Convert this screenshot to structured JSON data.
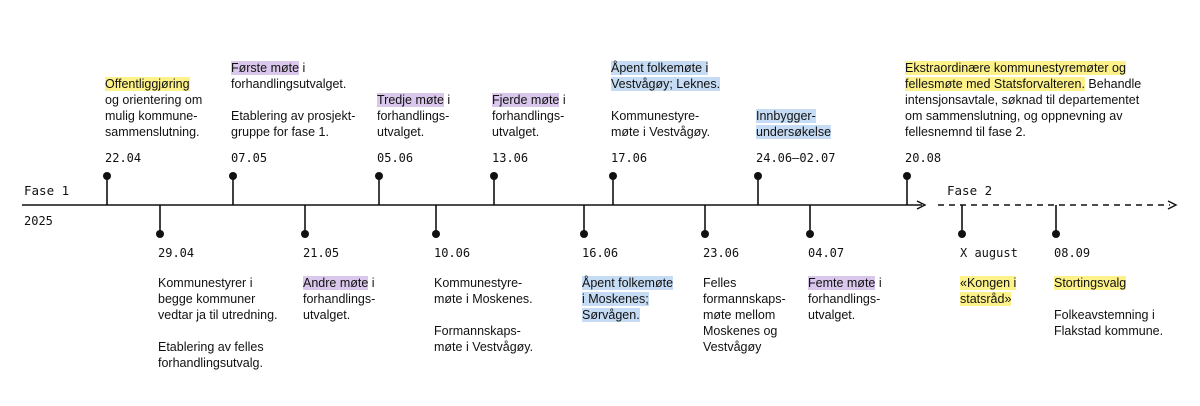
{
  "phase1_label": "Fase 1",
  "phase2_label": "Fase 2",
  "year_label": "2025",
  "colors": {
    "line": "#111111",
    "yellow": "#fdf28a",
    "purple": "#d9c8ec",
    "blue": "#c6dcf4"
  },
  "events": [
    {
      "date": "22.04",
      "position": "above",
      "lines": [
        [
          {
            "t": "Offentliggjøring",
            "hl": "yellow"
          }
        ],
        [
          {
            "t": "og orientering om"
          }
        ],
        [
          {
            "t": "mulig kommune-"
          }
        ],
        [
          {
            "t": "sammenslutning."
          }
        ]
      ]
    },
    {
      "date": "29.04",
      "position": "below",
      "lines": [
        [
          {
            "t": "Kommunestyrer i"
          }
        ],
        [
          {
            "t": "begge kommuner"
          }
        ],
        [
          {
            "t": "vedtar ja til utredning."
          }
        ],
        [],
        [
          {
            "t": "Etablering av felles"
          }
        ],
        [
          {
            "t": "forhandlingsutvalg."
          }
        ]
      ]
    },
    {
      "date": "07.05",
      "position": "above",
      "lines": [
        [
          {
            "t": "Første møte",
            "hl": "purple"
          },
          {
            "t": " i"
          }
        ],
        [
          {
            "t": "forhandlingsutvalget."
          }
        ],
        [],
        [
          {
            "t": "Etablering av prosjekt-"
          }
        ],
        [
          {
            "t": "gruppe for fase 1."
          }
        ]
      ]
    },
    {
      "date": "21.05",
      "position": "below",
      "lines": [
        [
          {
            "t": "Andre møte",
            "hl": "purple"
          },
          {
            "t": " i"
          }
        ],
        [
          {
            "t": "forhandlings-"
          }
        ],
        [
          {
            "t": "utvalget."
          }
        ]
      ]
    },
    {
      "date": "05.06",
      "position": "above",
      "lines": [
        [
          {
            "t": "Tredje møte",
            "hl": "purple"
          },
          {
            "t": " i"
          }
        ],
        [
          {
            "t": "forhandlings-"
          }
        ],
        [
          {
            "t": "utvalget."
          }
        ]
      ]
    },
    {
      "date": "10.06",
      "position": "below",
      "lines": [
        [
          {
            "t": "Kommunestyre-"
          }
        ],
        [
          {
            "t": "møte i Moskenes."
          }
        ],
        [],
        [
          {
            "t": "Formannskaps-"
          }
        ],
        [
          {
            "t": "møte i Vestvågøy."
          }
        ]
      ]
    },
    {
      "date": "13.06",
      "position": "above",
      "lines": [
        [
          {
            "t": "Fjerde møte",
            "hl": "purple"
          },
          {
            "t": " i"
          }
        ],
        [
          {
            "t": "forhandlings-"
          }
        ],
        [
          {
            "t": "utvalget."
          }
        ]
      ]
    },
    {
      "date": "16.06",
      "position": "below",
      "lines": [
        [
          {
            "t": "Åpent folkemøte",
            "hl": "blue"
          }
        ],
        [
          {
            "t": "i Moskenes;",
            "hl": "blue"
          }
        ],
        [
          {
            "t": "Sørvågen.",
            "hl": "blue"
          }
        ]
      ]
    },
    {
      "date": "17.06",
      "position": "above",
      "lines": [
        [
          {
            "t": "Åpent folkemøte i",
            "hl": "blue"
          }
        ],
        [
          {
            "t": "Vestvågøy; Leknes.",
            "hl": "blue"
          }
        ],
        [],
        [
          {
            "t": "Kommunestyre-"
          }
        ],
        [
          {
            "t": "møte i Vestvågøy."
          }
        ]
      ]
    },
    {
      "date": "23.06",
      "position": "below",
      "lines": [
        [
          {
            "t": "Felles"
          }
        ],
        [
          {
            "t": "formannskaps-"
          }
        ],
        [
          {
            "t": "møte mellom"
          }
        ],
        [
          {
            "t": "Moskenes og"
          }
        ],
        [
          {
            "t": "Vestvågøy"
          }
        ]
      ]
    },
    {
      "date": "24.06–02.07",
      "position": "above",
      "lines": [
        [
          {
            "t": "Innbygger-",
            "hl": "blue"
          }
        ],
        [
          {
            "t": "undersøkelse",
            "hl": "blue"
          }
        ]
      ]
    },
    {
      "date": "04.07",
      "position": "below",
      "lines": [
        [
          {
            "t": "Femte møte",
            "hl": "purple"
          },
          {
            "t": " i"
          }
        ],
        [
          {
            "t": "forhandlings-"
          }
        ],
        [
          {
            "t": "utvalget."
          }
        ]
      ]
    },
    {
      "date": "20.08",
      "position": "above",
      "lines": [
        [
          {
            "t": "Ekstraordinære kommunestyremøter og",
            "hl": "yellow"
          }
        ],
        [
          {
            "t": "fellesmøte med Statsforvalteren.",
            "hl": "yellow"
          },
          {
            "t": " Behandle"
          }
        ],
        [
          {
            "t": "intensjonsavtale, søknad til departementet"
          }
        ],
        [
          {
            "t": "om sammenslutning, og oppnevning av"
          }
        ],
        [
          {
            "t": "fellesnemnd til fase 2."
          }
        ]
      ]
    },
    {
      "date": "X august",
      "position": "below",
      "lines": [
        [
          {
            "t": "«Kongen i",
            "hl": "yellow"
          }
        ],
        [
          {
            "t": "statsråd»",
            "hl": "yellow"
          }
        ]
      ]
    },
    {
      "date": "08.09",
      "position": "below",
      "lines": [
        [
          {
            "t": "Stortingsvalg",
            "hl": "yellow"
          }
        ],
        [],
        [
          {
            "t": "Folkeavstemning i"
          }
        ],
        [
          {
            "t": "Flakstad kommune."
          }
        ]
      ]
    }
  ]
}
